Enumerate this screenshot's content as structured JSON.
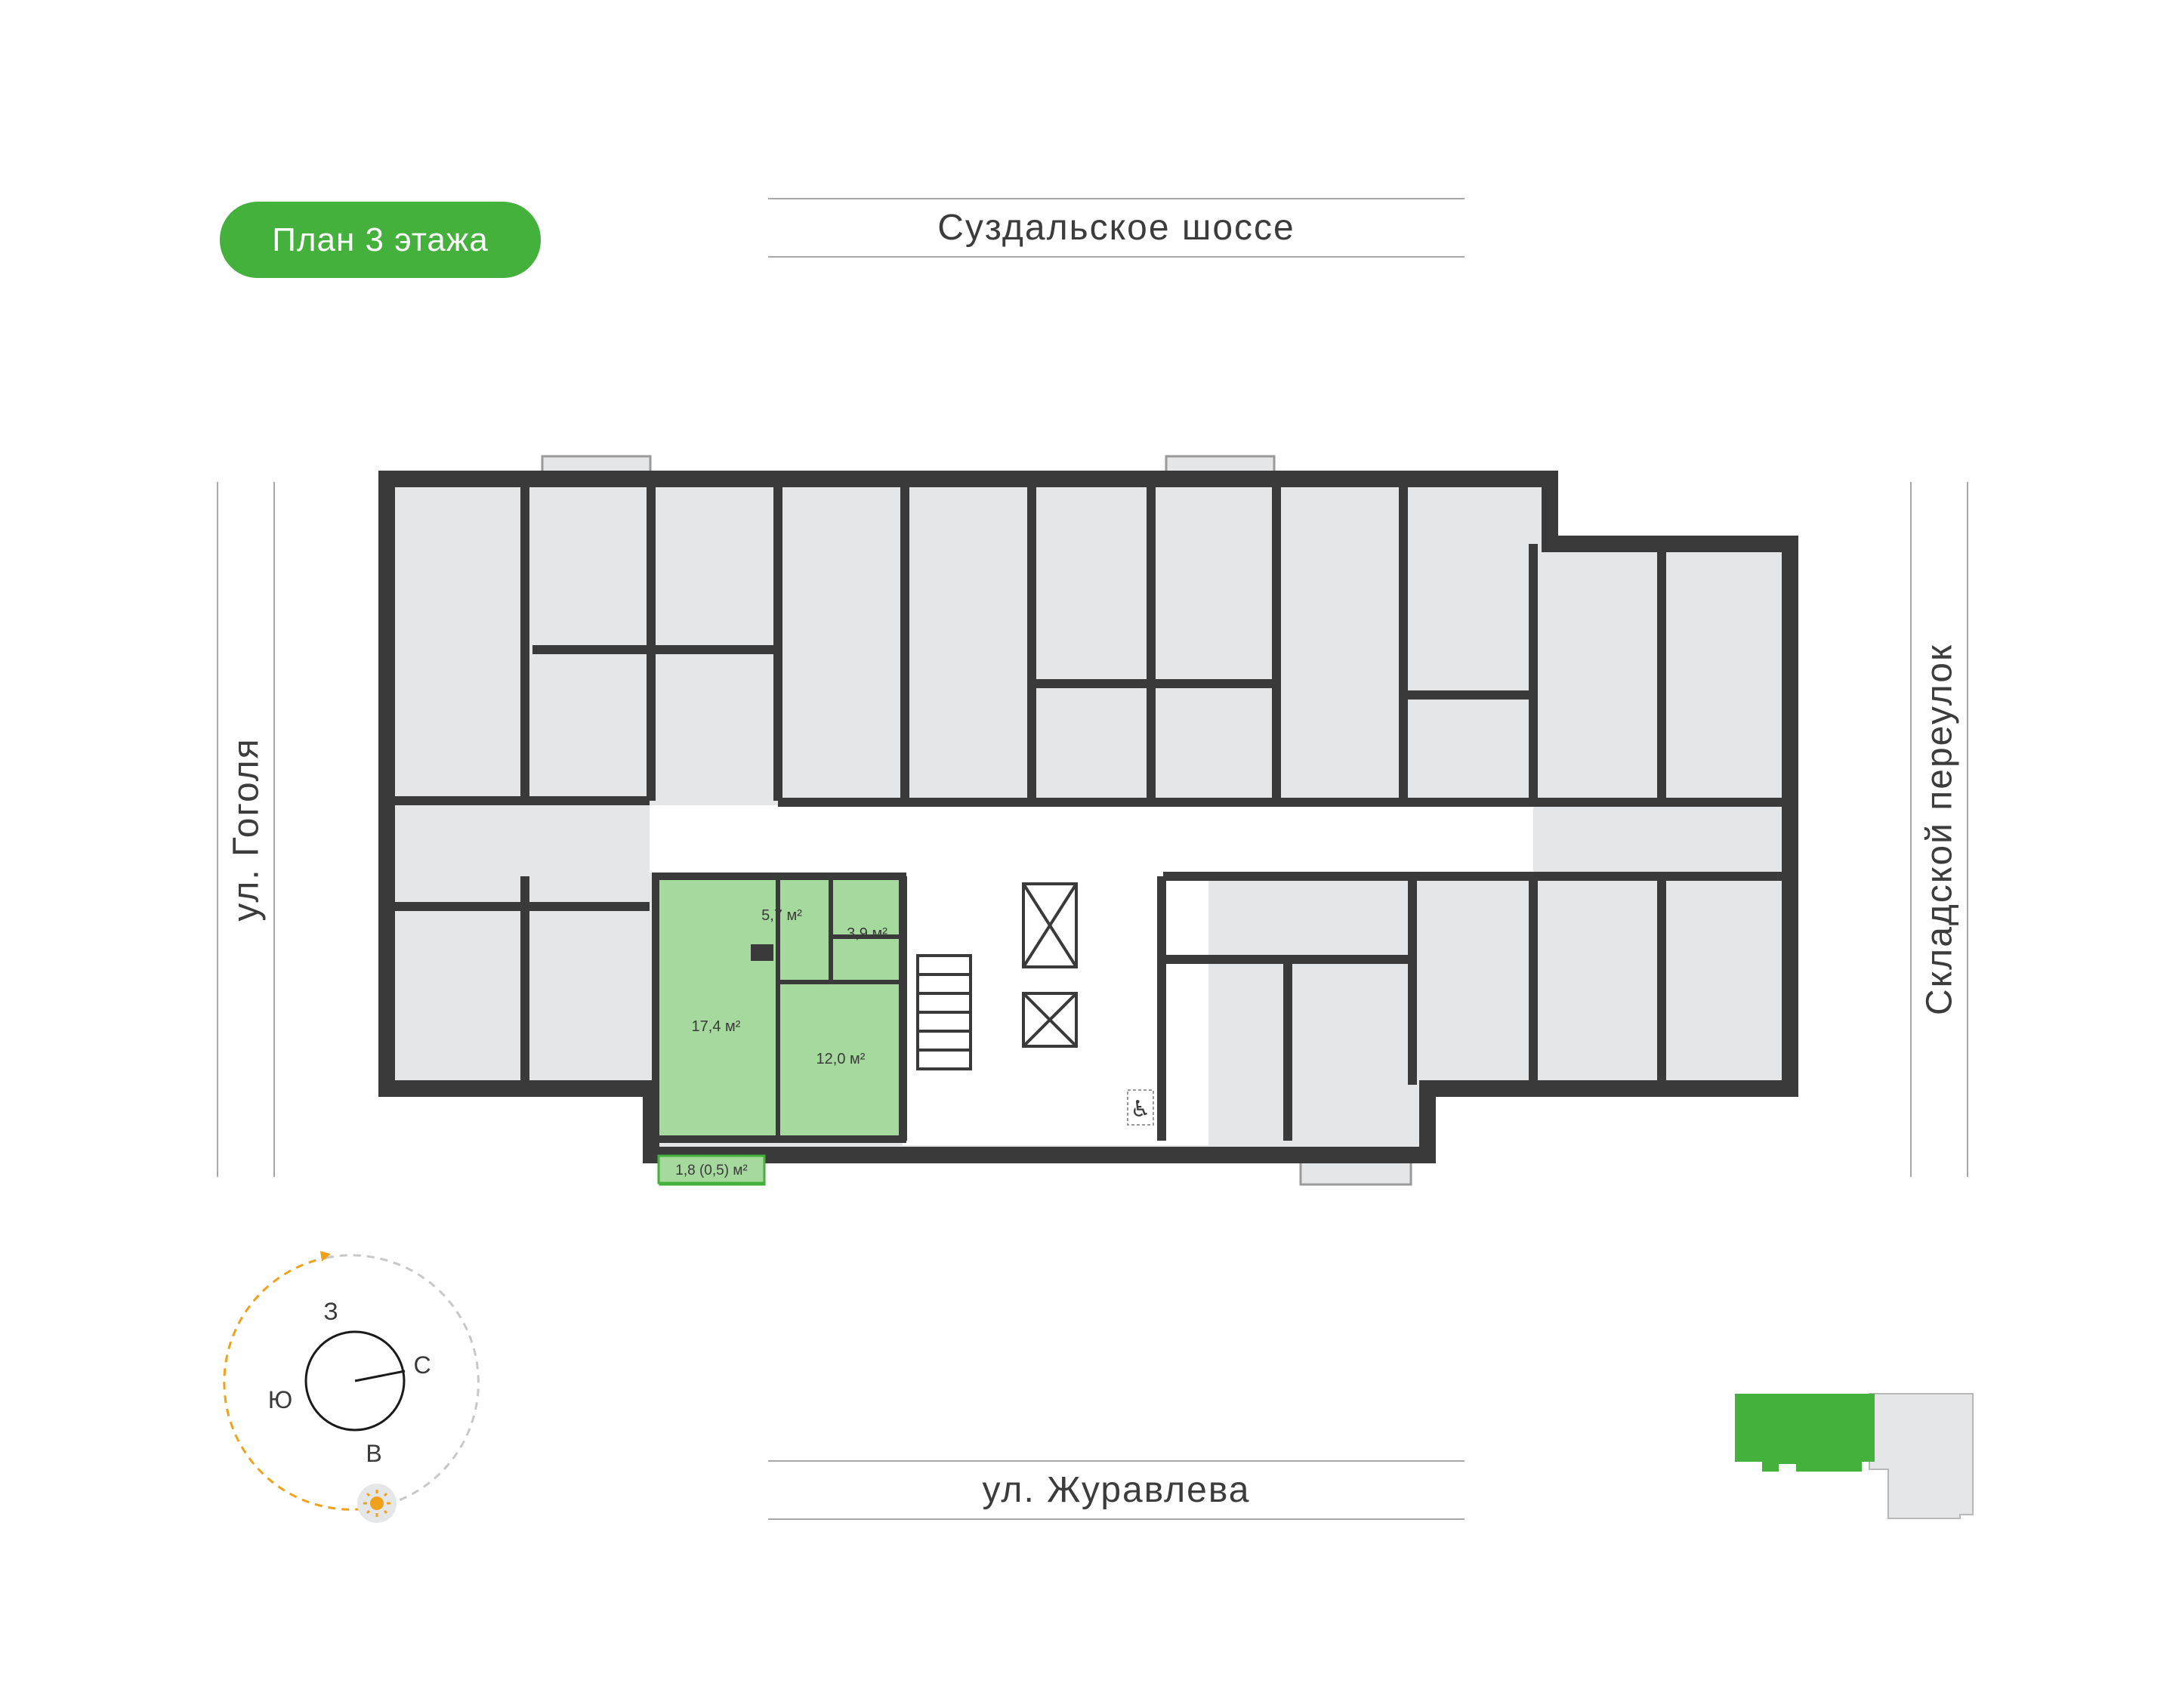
{
  "floor_badge": "План 3 этажа",
  "streets": {
    "top": "Суздальское шоссе",
    "bottom": "ул. Журавлева",
    "left": "ул. Гоголя",
    "right": "Складской переулок"
  },
  "selected_apartment": {
    "rooms": [
      {
        "label": "5,7 м²"
      },
      {
        "label": "3,9 м²"
      },
      {
        "label": "17,4 м²"
      },
      {
        "label": "12,0 м²"
      },
      {
        "label": "1,8 (0,5) м²"
      }
    ]
  },
  "compass": {
    "north": "С",
    "south": "Ю",
    "west": "З",
    "east": "В"
  },
  "icons": {
    "accessibility": "wheelchair-icon",
    "sun": "sun-icon"
  },
  "colors": {
    "accent": "#43b13b",
    "selected_fill": "#a6d99d",
    "room_fill": "#e5e6e8",
    "wall": "#3a3a3a",
    "sun_path": "#f0a11c"
  }
}
